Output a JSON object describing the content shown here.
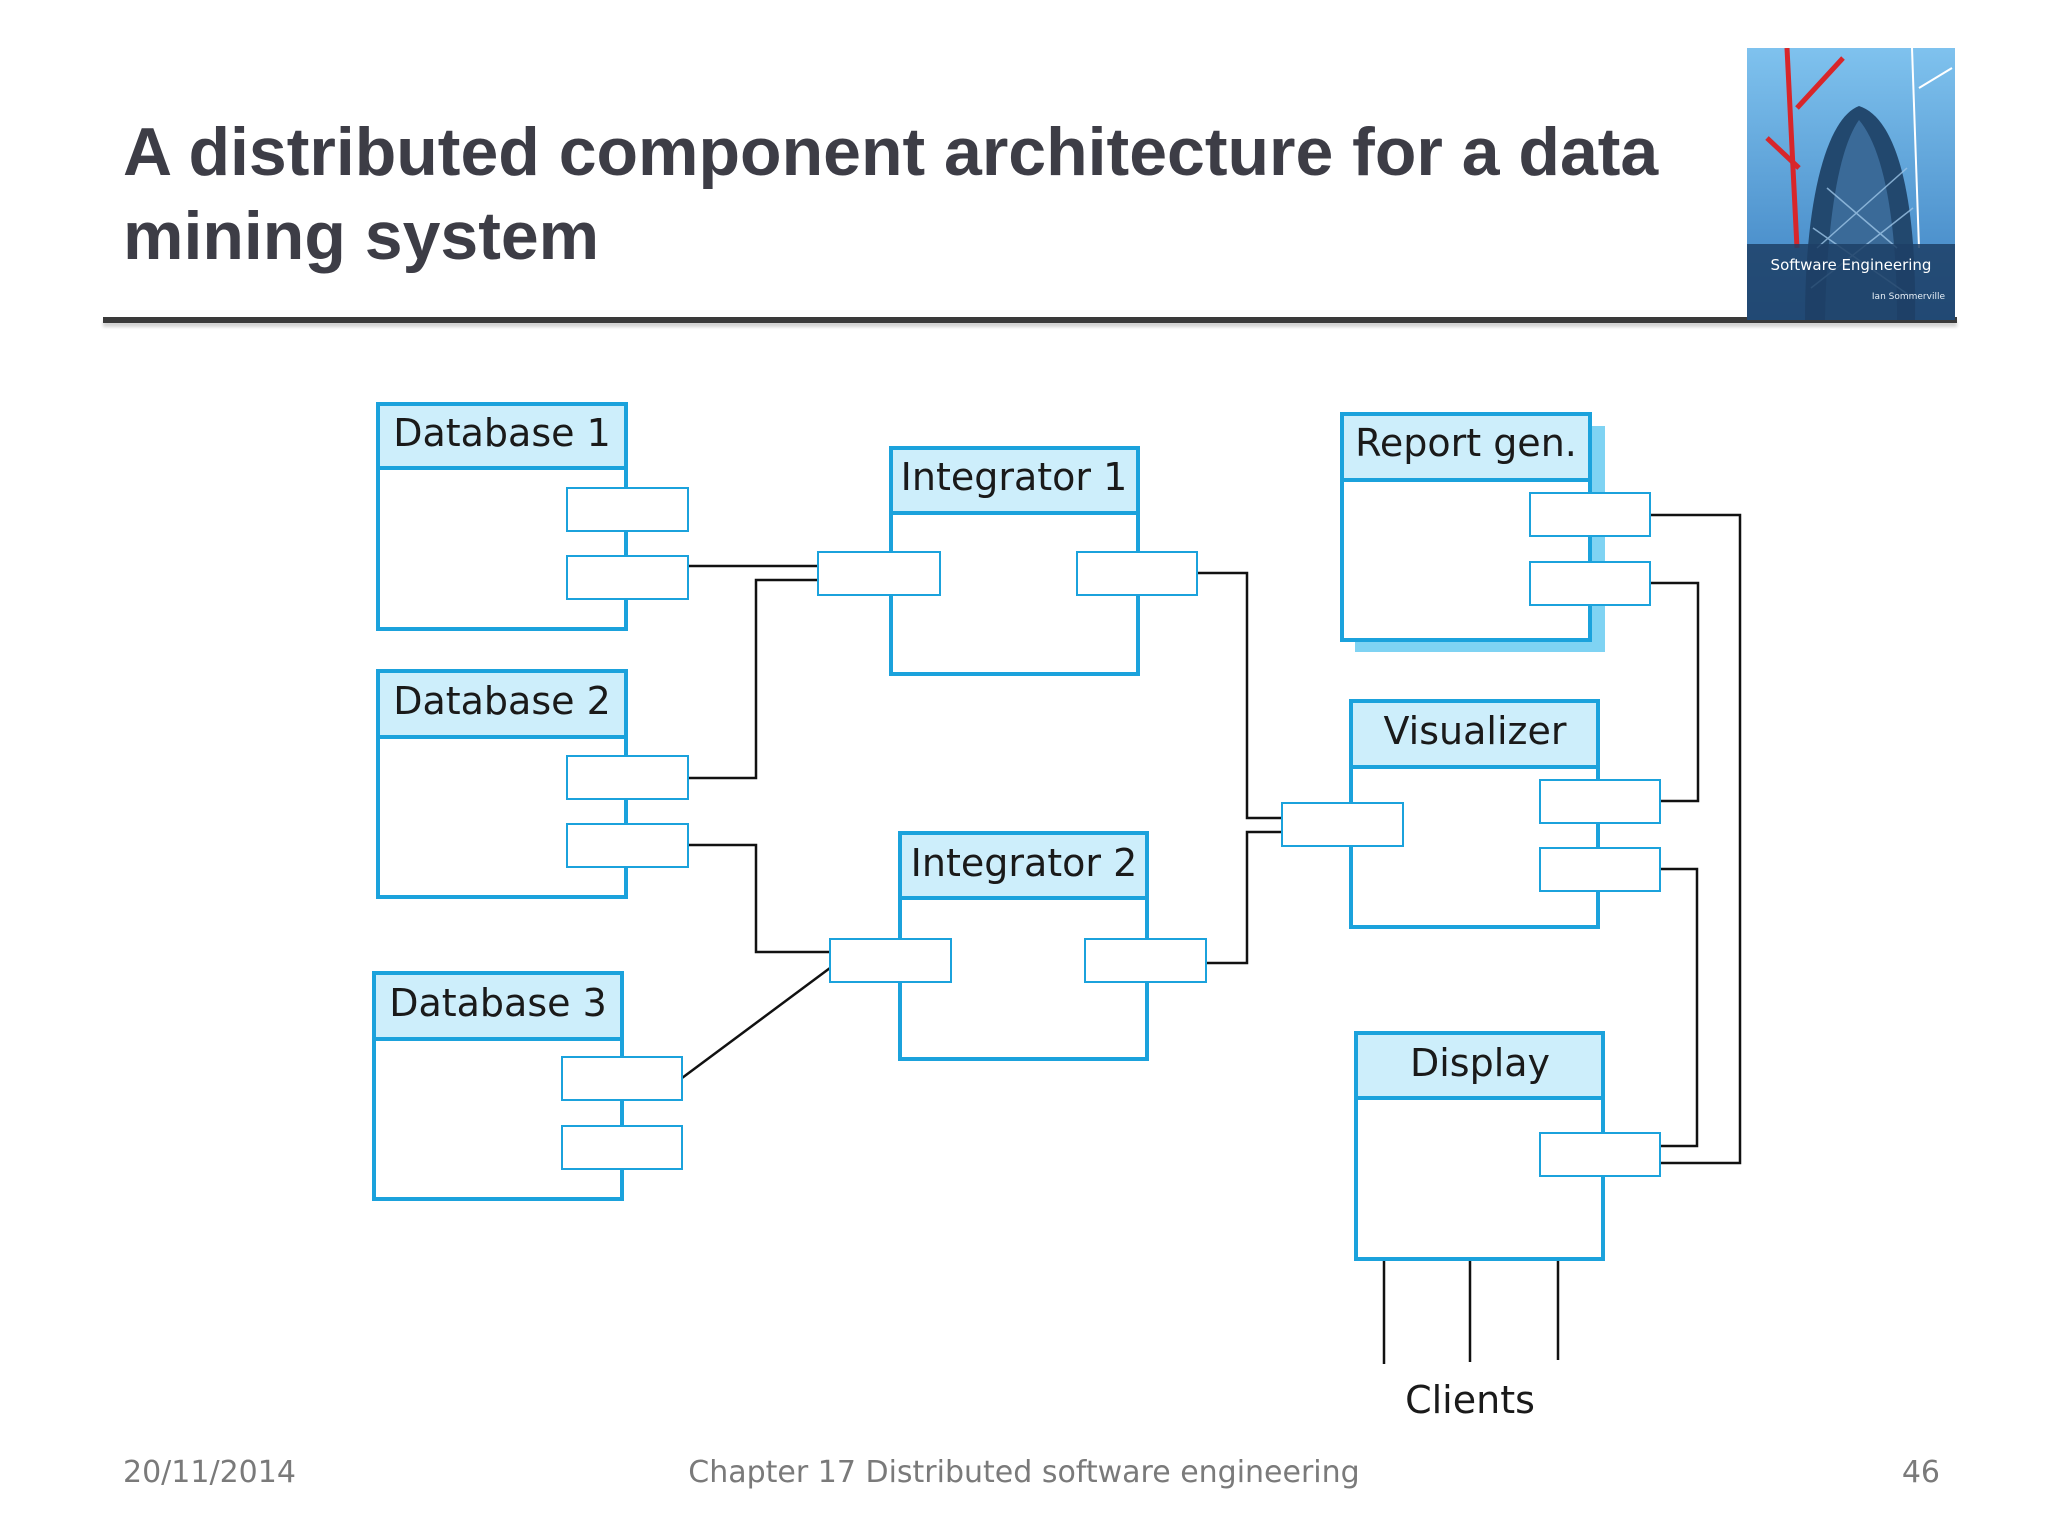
{
  "slide": {
    "title": "A distributed component architecture for a data mining system",
    "footer": {
      "date": "20/11/2014",
      "chapter": "Chapter 17 Distributed software engineering",
      "page": "46"
    },
    "cover": {
      "title": "Software Engineering",
      "author": "Ian Sommerville"
    }
  },
  "diagram": {
    "components": {
      "db1": "Database 1",
      "db2": "Database 2",
      "db3": "Database 3",
      "int1": "Integrator 1",
      "int2": "Integrator 2",
      "report": "Report gen.",
      "visualizer": "Visualizer",
      "display": "Display"
    },
    "clients_label": "Clients"
  },
  "colors": {
    "component_border": "#1ba2dc",
    "component_header": "#cdeefb",
    "title_text": "#3d3d46",
    "footer_text": "#7a7a7a"
  }
}
